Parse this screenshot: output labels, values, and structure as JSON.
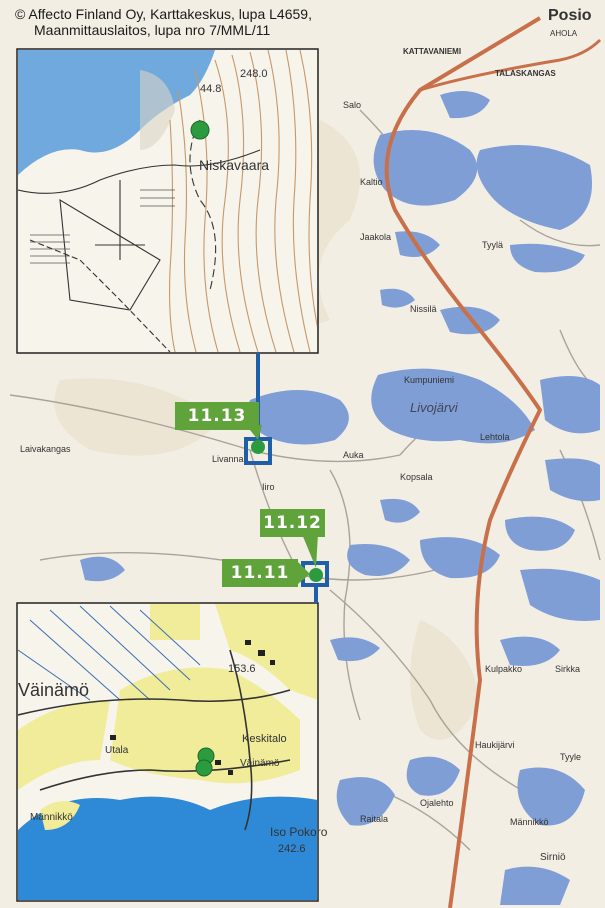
{
  "copyright": {
    "line1": "© Affecto Finland Oy, Karttakeskus, lupa L4659,",
    "line2": "Maanmittauslaitos, lupa nro 7/MML/11"
  },
  "markers": [
    {
      "id": "11.13",
      "label": "11.13"
    },
    {
      "id": "11.12",
      "label": "11.12"
    },
    {
      "id": "11.11",
      "label": "11.11"
    }
  ],
  "place_names": {
    "posio": "Posio",
    "ahola": "AHOLA",
    "kattavaniemi": "KATTAVANIEMI",
    "talaskangas": "TALASKANGAS",
    "salo": "Salo",
    "kaltio": "Kaltio",
    "livojarvi": "Livojärvi",
    "kumpuniemi": "Kumpuniemi",
    "livakangas": "Laivakangas",
    "livanna": "Livanna",
    "auka": "Auka",
    "kopsala": "Kopsala",
    "kulpakko": "Kulpakko",
    "sirkka": "Sirkka",
    "haukijarvi": "Haukijärvi",
    "tyyle": "Tyyle",
    "mannikko": "Männikkö",
    "sirnio": "Sirniö",
    "raitala": "Raitala",
    "ojalehto": "Ojalehto",
    "lehtola": "Lehtola",
    "tyyla": "Tyylä",
    "nissila": "Nissilä",
    "iiro": "Iiro",
    "jaakola": "Jaakola"
  },
  "inset_top": {
    "place": "Niskavaara",
    "elev1": "248.0",
    "elev2": "44.8"
  },
  "inset_bottom": {
    "place": "Väinämö",
    "keskitalo": "Keskitalo",
    "vainamo_small": "Väinämö",
    "mannikko": "Männikkö",
    "iso_pokoro": "Iso Pokoro",
    "elev": "242.6",
    "elev2": "153.6",
    "utala": "Utala"
  },
  "colors": {
    "marker_green": "#5fa33a",
    "leader_blue": "#1f5fa8",
    "water": "#7f9ed6",
    "road": "#c8704a",
    "field": "#f1ec9a"
  }
}
